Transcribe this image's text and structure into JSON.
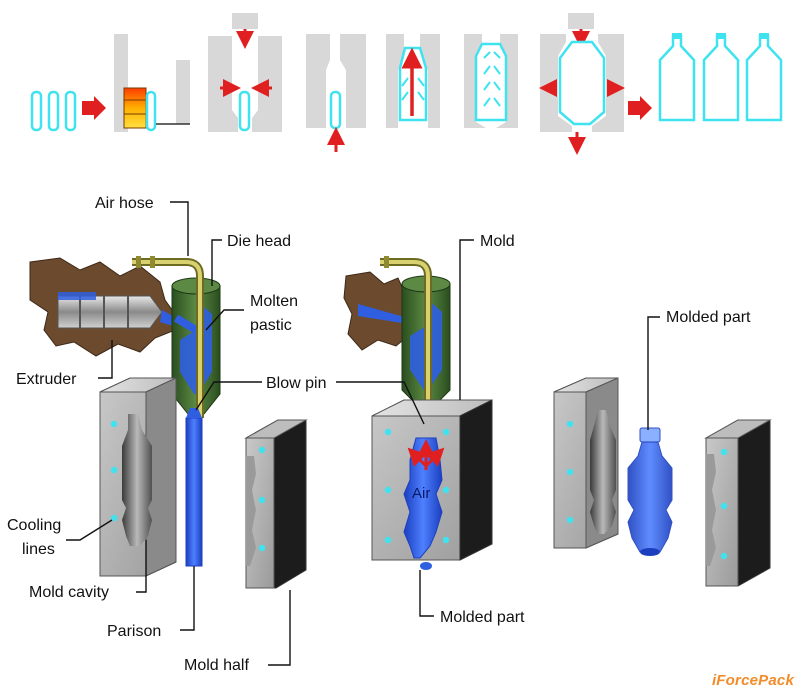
{
  "labels": {
    "air_hose": "Air hose",
    "die_head": "Die head",
    "molten": "Molten",
    "pastic": "pastic",
    "extruder": "Extruder",
    "blow_pin": "Blow pin",
    "cooling": "Cooling",
    "lines": "lines",
    "mold_cavity": "Mold cavity",
    "parison": "Parison",
    "mold_half": "Mold half",
    "mold": "Mold",
    "air": "Air",
    "molded_part_center": "Molded part",
    "molded_part_right": "Molded part"
  },
  "brand": {
    "part1": "iForce",
    "part2": "Pack"
  },
  "colors": {
    "preform_cyan": "#3fe3f0",
    "arrow_red": "#e02020",
    "mold_gray": "#d8d8d8",
    "plastic_blue": "#2f5fe0",
    "die_green": "#3c6b2a",
    "hose_olive": "#b7b04a",
    "extruder_brown": "#6b4a2e"
  }
}
